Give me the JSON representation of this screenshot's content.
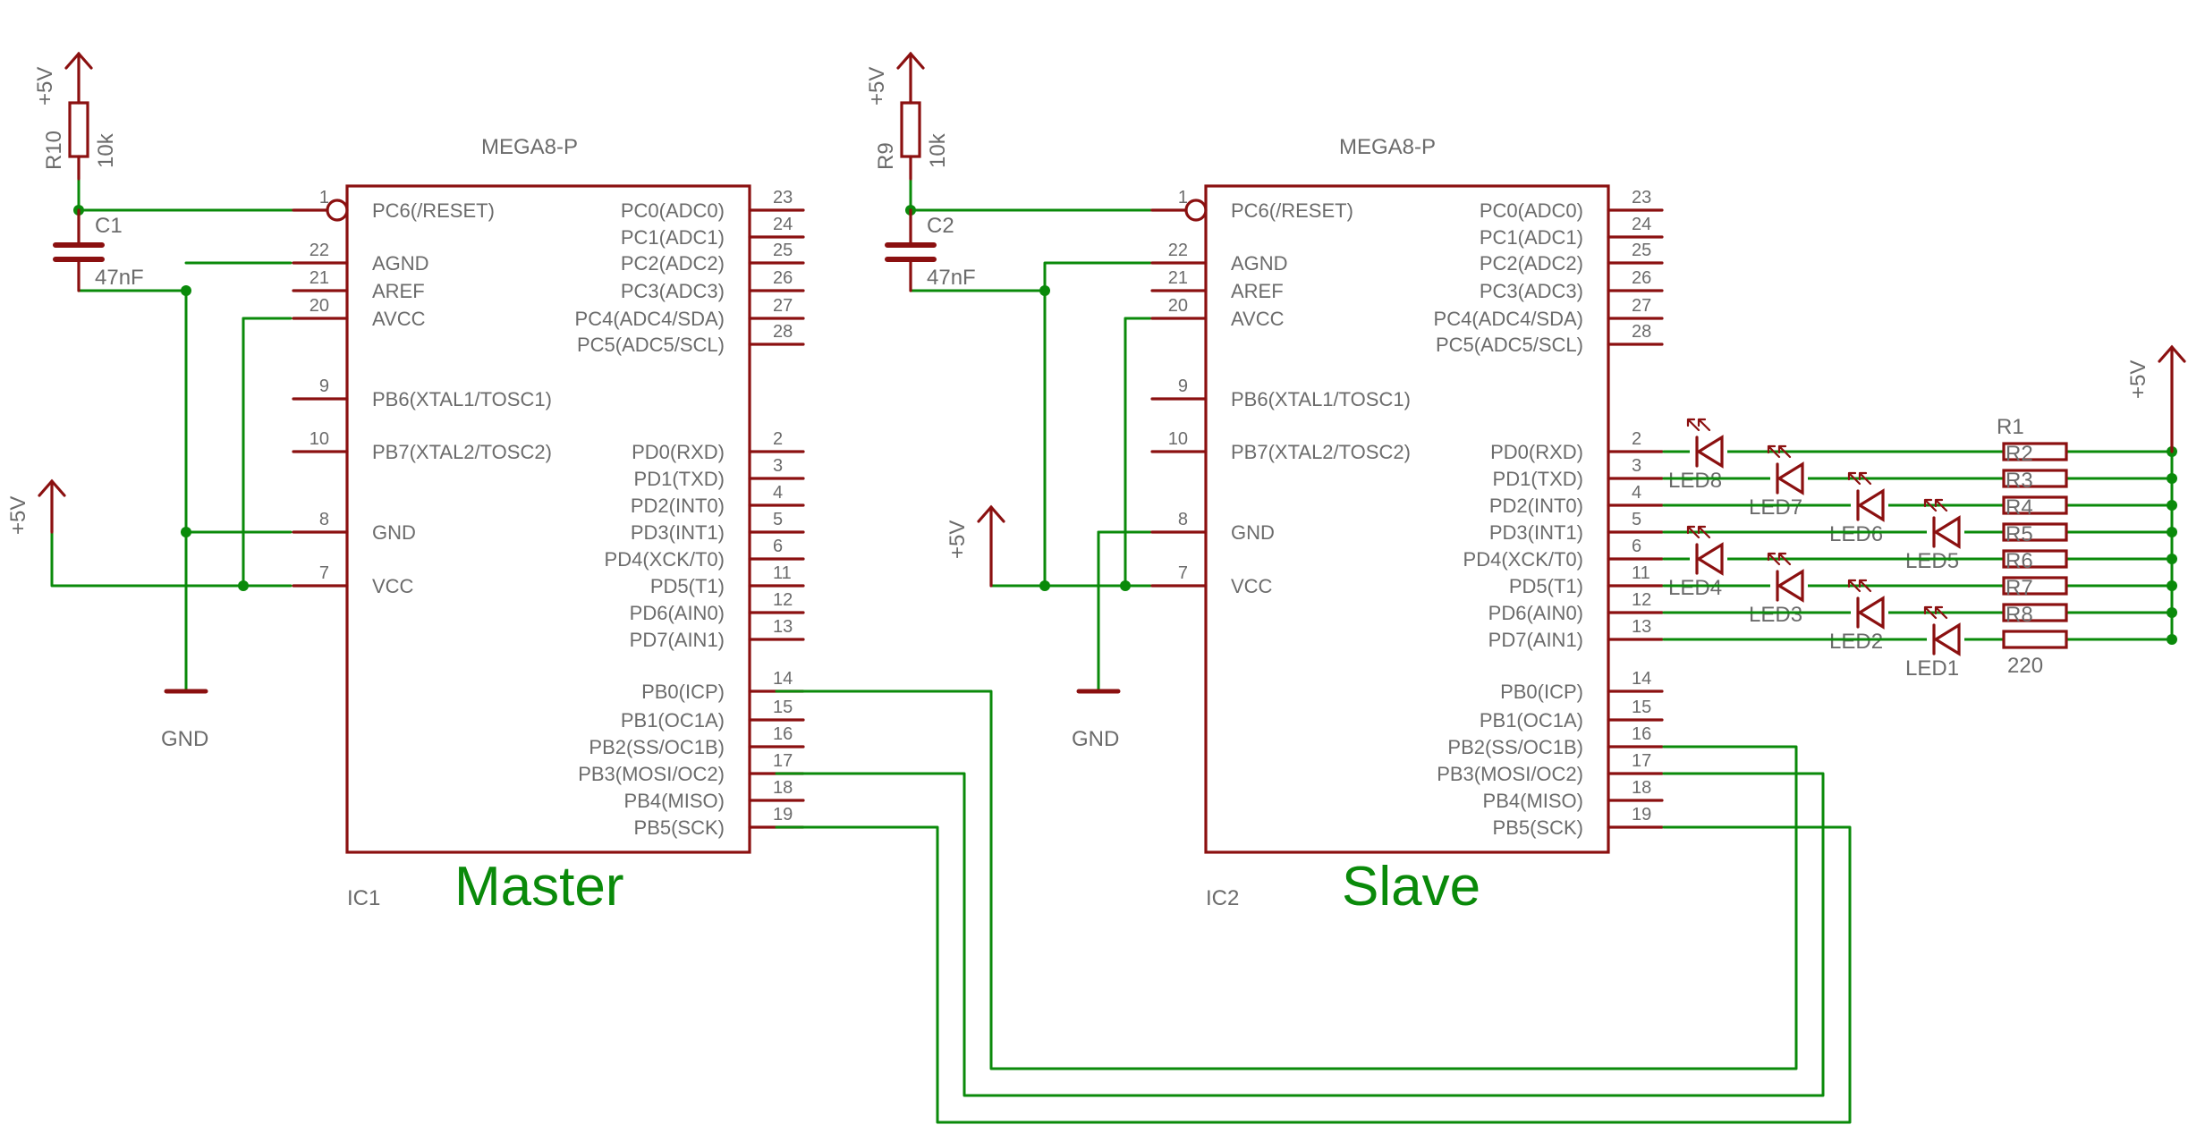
{
  "colors": {
    "component": "#8b1010",
    "wire": "#0a8a0a",
    "text": "#6b6b6b",
    "background": "#ffffff"
  },
  "chips": [
    {
      "id": "IC1",
      "part": "MEGA8-P",
      "role": "Master",
      "left_pins": [
        {
          "num": "1",
          "name": "PC6(/RESET)",
          "inverted": true
        },
        {
          "num": "22",
          "name": "AGND"
        },
        {
          "num": "21",
          "name": "AREF"
        },
        {
          "num": "20",
          "name": "AVCC"
        },
        {
          "num": "9",
          "name": "PB6(XTAL1/TOSC1)"
        },
        {
          "num": "10",
          "name": "PB7(XTAL2/TOSC2)"
        },
        {
          "num": "8",
          "name": "GND"
        },
        {
          "num": "7",
          "name": "VCC"
        }
      ],
      "right_pins": [
        {
          "num": "23",
          "name": "PC0(ADC0)"
        },
        {
          "num": "24",
          "name": "PC1(ADC1)"
        },
        {
          "num": "25",
          "name": "PC2(ADC2)"
        },
        {
          "num": "26",
          "name": "PC3(ADC3)"
        },
        {
          "num": "27",
          "name": "PC4(ADC4/SDA)"
        },
        {
          "num": "28",
          "name": "PC5(ADC5/SCL)"
        },
        {
          "num": "2",
          "name": "PD0(RXD)"
        },
        {
          "num": "3",
          "name": "PD1(TXD)"
        },
        {
          "num": "4",
          "name": "PD2(INT0)"
        },
        {
          "num": "5",
          "name": "PD3(INT1)"
        },
        {
          "num": "6",
          "name": "PD4(XCK/T0)"
        },
        {
          "num": "11",
          "name": "PD5(T1)"
        },
        {
          "num": "12",
          "name": "PD6(AIN0)"
        },
        {
          "num": "13",
          "name": "PD7(AIN1)"
        },
        {
          "num": "14",
          "name": "PB0(ICP)"
        },
        {
          "num": "15",
          "name": "PB1(OC1A)"
        },
        {
          "num": "16",
          "name": "PB2(SS/OC1B)"
        },
        {
          "num": "17",
          "name": "PB3(MOSI/OC2)"
        },
        {
          "num": "18",
          "name": "PB4(MISO)"
        },
        {
          "num": "19",
          "name": "PB5(SCK)"
        }
      ]
    },
    {
      "id": "IC2",
      "part": "MEGA8-P",
      "role": "Slave",
      "left_pins": [
        {
          "num": "1",
          "name": "PC6(/RESET)",
          "inverted": true
        },
        {
          "num": "22",
          "name": "AGND"
        },
        {
          "num": "21",
          "name": "AREF"
        },
        {
          "num": "20",
          "name": "AVCC"
        },
        {
          "num": "9",
          "name": "PB6(XTAL1/TOSC1)"
        },
        {
          "num": "10",
          "name": "PB7(XTAL2/TOSC2)"
        },
        {
          "num": "8",
          "name": "GND"
        },
        {
          "num": "7",
          "name": "VCC"
        }
      ],
      "right_pins": [
        {
          "num": "23",
          "name": "PC0(ADC0)"
        },
        {
          "num": "24",
          "name": "PC1(ADC1)"
        },
        {
          "num": "25",
          "name": "PC2(ADC2)"
        },
        {
          "num": "26",
          "name": "PC3(ADC3)"
        },
        {
          "num": "27",
          "name": "PC4(ADC4/SDA)"
        },
        {
          "num": "28",
          "name": "PC5(ADC5/SCL)"
        },
        {
          "num": "2",
          "name": "PD0(RXD)"
        },
        {
          "num": "3",
          "name": "PD1(TXD)"
        },
        {
          "num": "4",
          "name": "PD2(INT0)"
        },
        {
          "num": "5",
          "name": "PD3(INT1)"
        },
        {
          "num": "6",
          "name": "PD4(XCK/T0)"
        },
        {
          "num": "11",
          "name": "PD5(T1)"
        },
        {
          "num": "12",
          "name": "PD6(AIN0)"
        },
        {
          "num": "13",
          "name": "PD7(AIN1)"
        },
        {
          "num": "14",
          "name": "PB0(ICP)"
        },
        {
          "num": "15",
          "name": "PB1(OC1A)"
        },
        {
          "num": "16",
          "name": "PB2(SS/OC1B)"
        },
        {
          "num": "17",
          "name": "PB3(MOSI/OC2)"
        },
        {
          "num": "18",
          "name": "PB4(MISO)"
        },
        {
          "num": "19",
          "name": "PB5(SCK)"
        }
      ]
    }
  ],
  "passives": {
    "r10": {
      "name": "R10",
      "value": "10k"
    },
    "c1": {
      "name": "C1",
      "value": "47nF"
    },
    "r9": {
      "name": "R9",
      "value": "10k"
    },
    "c2": {
      "name": "C2",
      "value": "47nF"
    },
    "resistor_bank": {
      "first": "R1",
      "value": "220",
      "overlapped": [
        "R2",
        "R3",
        "R4",
        "R5",
        "R6",
        "R7",
        "R8"
      ]
    }
  },
  "leds": [
    "LED8",
    "LED7",
    "LED6",
    "LED5",
    "LED4",
    "LED3",
    "LED2",
    "LED1"
  ],
  "supply": {
    "vcc": "+5V",
    "gnd": "GND"
  }
}
